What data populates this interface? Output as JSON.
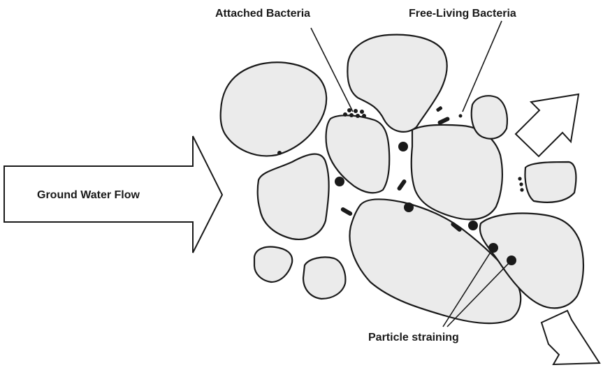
{
  "labels": {
    "attached_bacteria": "Attached Bacteria",
    "free_living_bacteria": "Free-Living Bacteria",
    "ground_water_flow": "Ground Water Flow",
    "particle_straining": "Particle straining"
  },
  "colors": {
    "grain_fill": "#ebebeb",
    "outline": "#1a1a1a",
    "background": "#ffffff"
  }
}
